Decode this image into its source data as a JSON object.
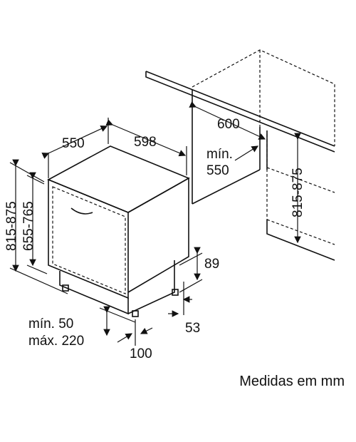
{
  "labels": {
    "width_550": "550",
    "width_598": "598",
    "niche_600": "600",
    "min_label": "mín.",
    "niche_550": "550",
    "height_815_875_left": "815-875",
    "height_655_765": "655-765",
    "height_815_875_right": "815-875",
    "dim_89": "89",
    "dim_53": "53",
    "min_50": "mín. 50",
    "max_220": "máx. 220",
    "dim_100": "100"
  },
  "caption": "Medidas em mm",
  "colors": {
    "stroke": "#111111",
    "background": "#ffffff"
  }
}
